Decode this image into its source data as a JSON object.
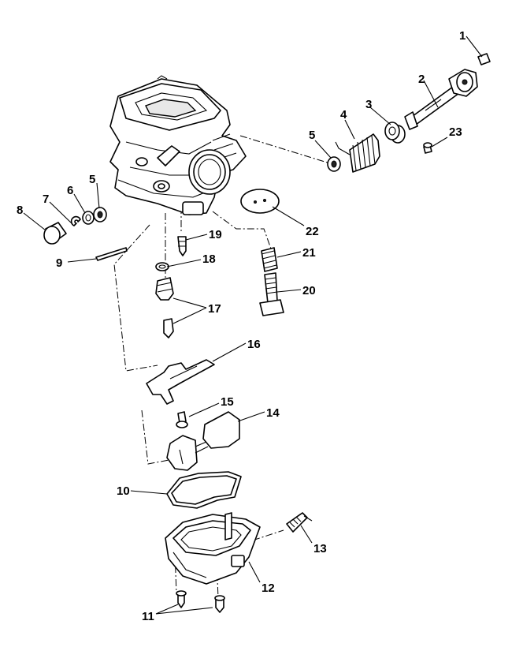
{
  "callouts": {
    "c1": "1",
    "c2": "2",
    "c3": "3",
    "c4": "4",
    "c5a": "5",
    "c5b": "5",
    "c6": "6",
    "c7": "7",
    "c8": "8",
    "c9": "9",
    "c10": "10",
    "c11": "11",
    "c12": "12",
    "c13": "13",
    "c14": "14",
    "c15": "15",
    "c16": "16",
    "c17": "17",
    "c18": "18",
    "c19": "19",
    "c20": "20",
    "c21": "21",
    "c22": "22",
    "c23": "23"
  }
}
